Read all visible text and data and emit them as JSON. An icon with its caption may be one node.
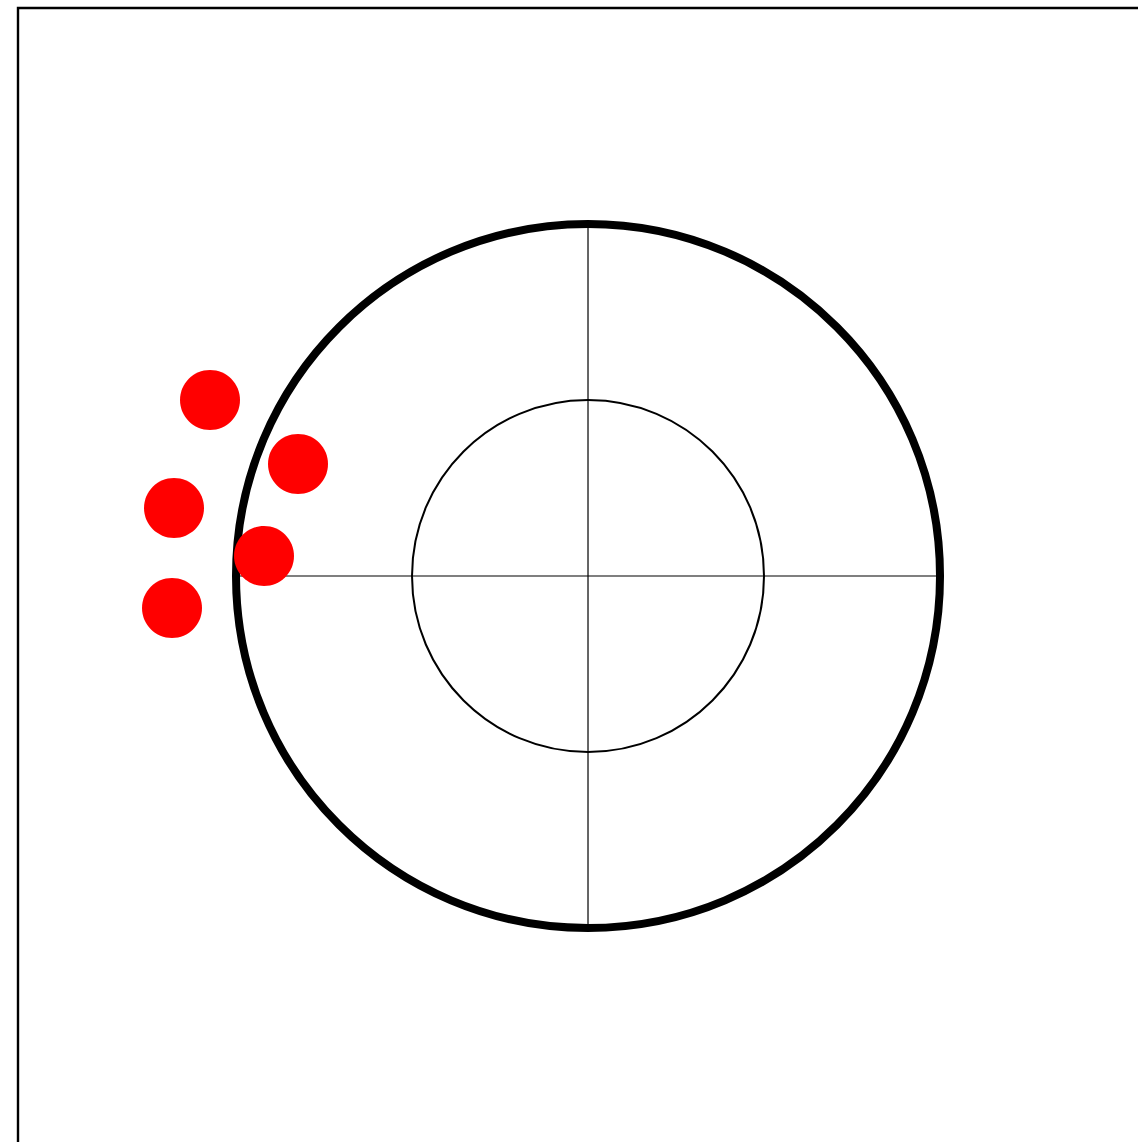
{
  "diagram": {
    "nodes": [
      {
        "text": [],
        "shape": "circle"
      },
      {
        "text": [],
        "shape": "circle",
        "in": 0
      },
      {
        "text": [],
        "shape": "circle"
      },
      {
        "text": [],
        "shape": "circle",
        "in": 0
      },
      {
        "text": [],
        "shape": "circle"
      },
      {
        "text": [],
        "shape": "circle",
        "in": 0
      },
      {
        "text": [],
        "shape": "circle"
      }
    ]
  }
}
